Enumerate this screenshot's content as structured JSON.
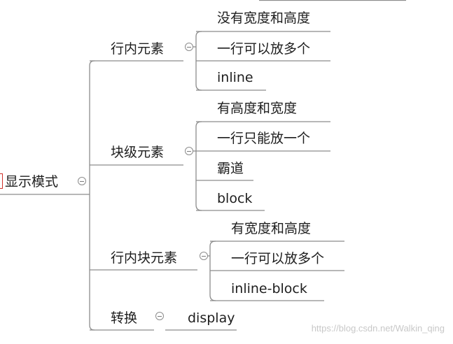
{
  "root": {
    "label": "显示模式"
  },
  "branches": [
    {
      "label": "行内元素",
      "children": [
        "没有宽度和高度",
        "一行可以放多个",
        "inline"
      ]
    },
    {
      "label": "块级元素",
      "children": [
        "有高度和宽度",
        "一行只能放一个",
        "霸道",
        "block"
      ]
    },
    {
      "label": "行内块元素",
      "children": [
        "有宽度和高度",
        "一行可以放多个",
        "inline-block"
      ]
    },
    {
      "label": "转换",
      "children": [
        "display"
      ]
    }
  ],
  "watermark": "https://blog.csdn.net/Walkin_qing",
  "colors": {
    "line": "#8c8c8c",
    "root_marker": "#d0302a",
    "watermark": "#c8c8c8"
  }
}
